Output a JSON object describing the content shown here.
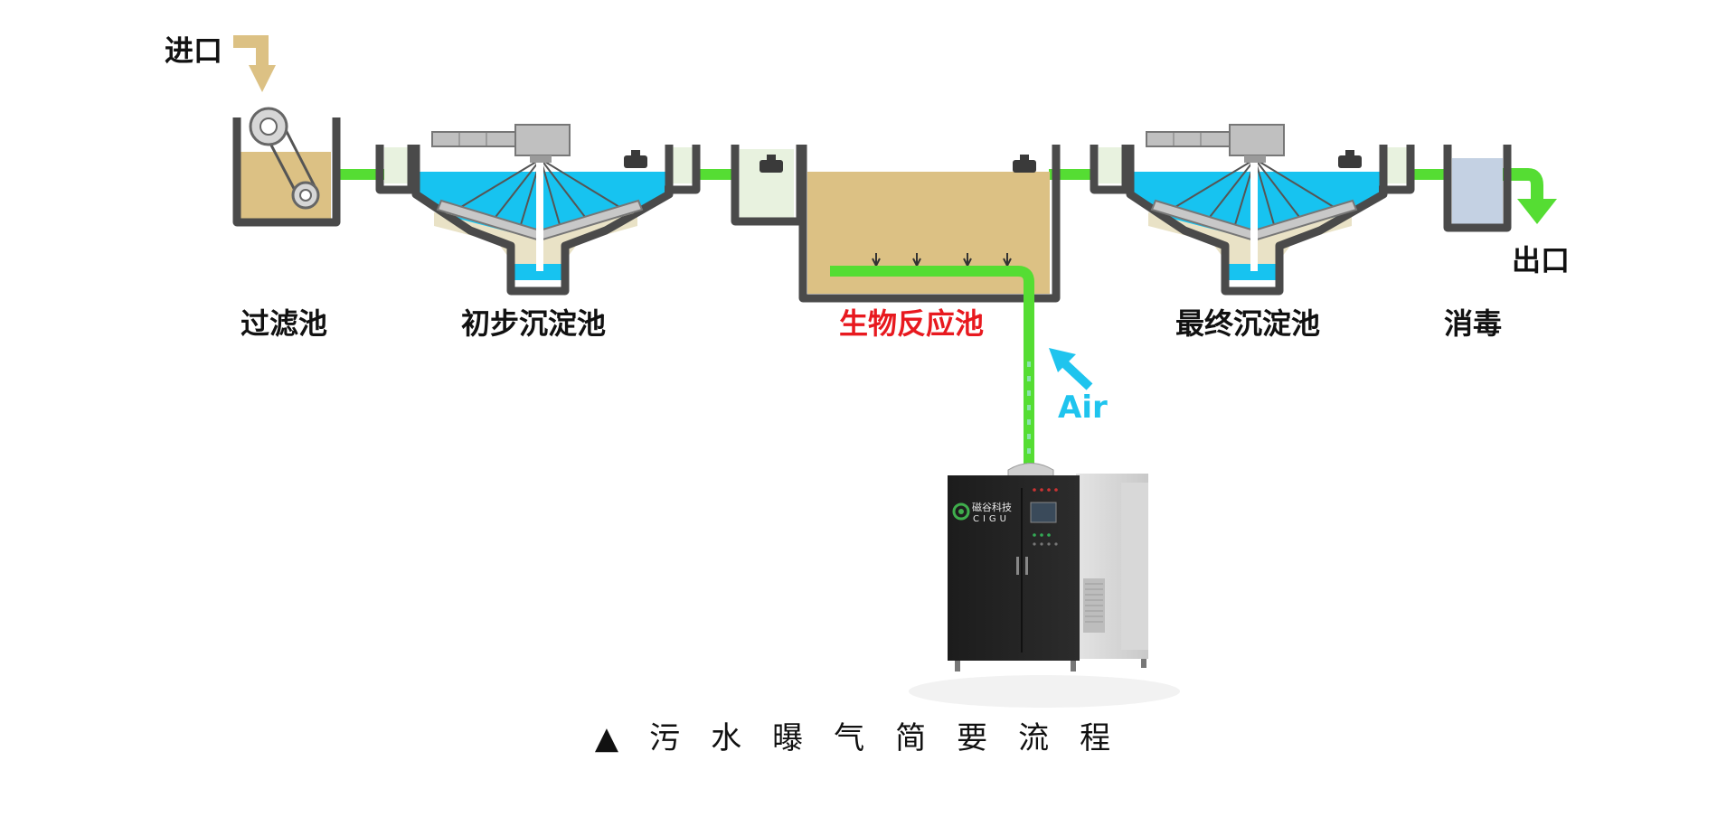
{
  "stages": {
    "filter": "过滤池",
    "primary": "初步沉淀池",
    "bio": "生物反应池",
    "final": "最终沉淀池",
    "disinfect": "消毒"
  },
  "flow": {
    "inlet": "进口",
    "outlet": "出口",
    "air": "Air"
  },
  "machine": {
    "brand_cn": "磁谷科技",
    "brand_en": "CIGU"
  },
  "caption": {
    "marker": "▲",
    "text": "污水曝气简要流程"
  },
  "colors": {
    "pipe": "#55dd33",
    "inlet_arrow": "#dcc184",
    "sludge": "#dcc184",
    "water": "#17c3f0",
    "tank_wall": "#4a4a4a",
    "bio_label": "#e8191f",
    "air": "#1fc4ee"
  }
}
